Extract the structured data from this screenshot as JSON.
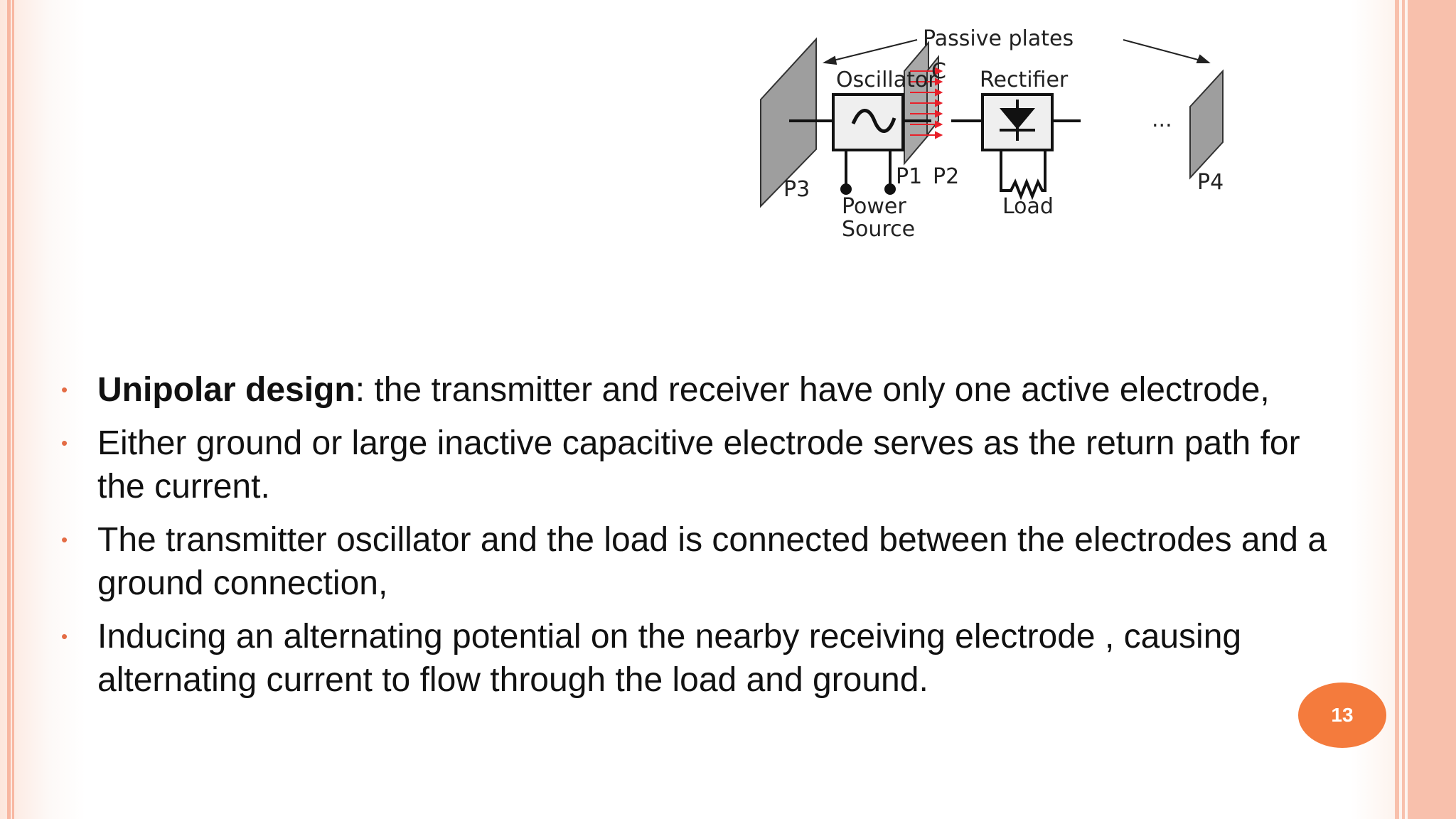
{
  "diagram": {
    "passive_plates": "Passive plates",
    "oscillator": "Oscillator",
    "c": "C",
    "rectifier": "Rectifier",
    "p1": "P1",
    "p2": "P2",
    "p3": "P3",
    "p4": "P4",
    "power": "Power",
    "source": "Source",
    "load": "Load",
    "dots": "..."
  },
  "bullets": [
    {
      "bold": "Unipolar design",
      "text": ": the transmitter and receiver have only one active electrode,"
    },
    {
      "bold": "",
      "text": "Either  ground or  large inactive capacitive electrode serves as the return path for the current."
    },
    {
      "bold": "",
      "text": "The transmitter oscillator and the load is connected between the electrodes and a ground connection,"
    },
    {
      "bold": "",
      "text": "Inducing an alternating potential on the nearby receiving electrode , causing alternating current to flow through the load and ground."
    }
  ],
  "bullet_glyph": "•",
  "page_number": "13",
  "colors": {
    "accent": "#f47b3d",
    "bar": "#f8b7a1",
    "bullet": "#e46c45",
    "field_arrows": "#e8202a"
  }
}
